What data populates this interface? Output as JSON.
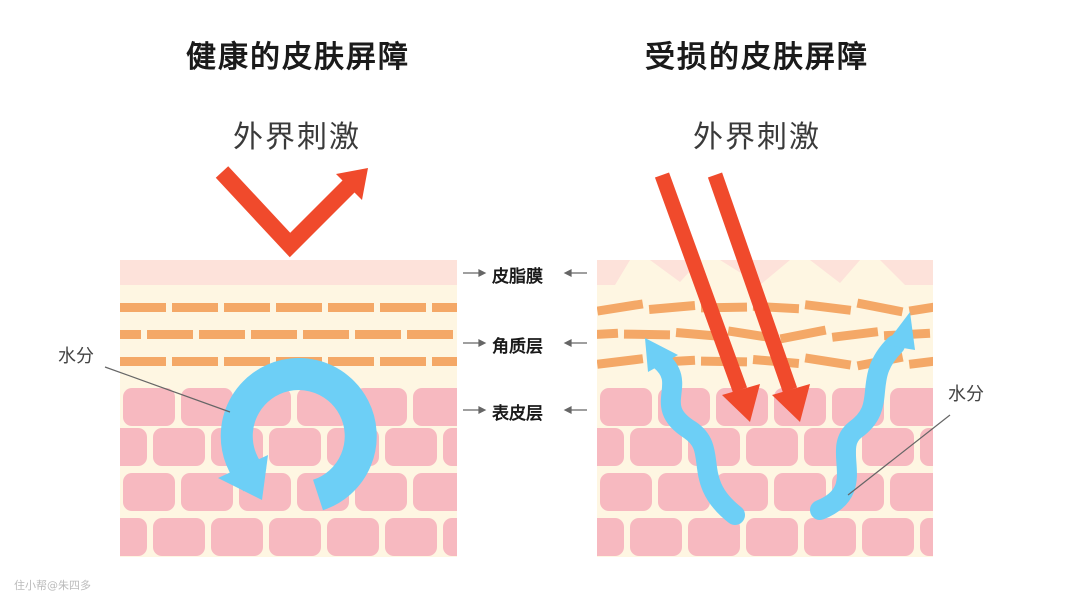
{
  "healthy": {
    "title": "健康的皮肤屏障",
    "stimulus": "外界刺激",
    "water": "水分"
  },
  "damaged": {
    "title": "受损的皮肤屏障",
    "stimulus": "外界刺激",
    "water": "水分"
  },
  "layers": [
    "皮脂膜",
    "角质层",
    "表皮层"
  ],
  "watermark": "住小帮@朱四多",
  "colors": {
    "arrow_red": "#f04a2c",
    "water_blue": "#6dcff6",
    "sebum": "#fde2da",
    "cream": "#fef6e2",
    "brick": "#f4a867",
    "cell": "#f7b9c0"
  }
}
